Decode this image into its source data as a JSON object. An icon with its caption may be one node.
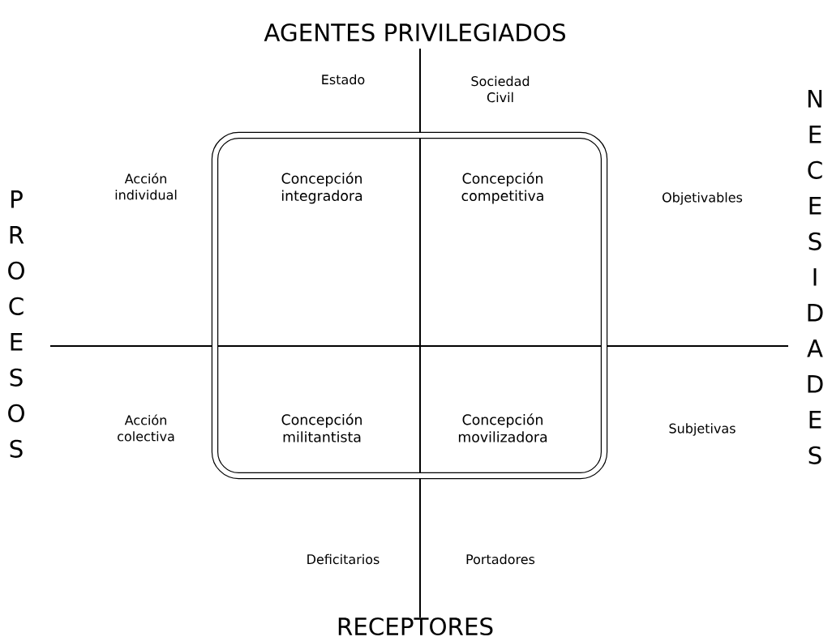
{
  "diagram": {
    "title": "AGENTES PRIVILEGIADOS",
    "nodes": [
      {
        "text": [
          "Concepción integradora",
          "Concepción competitiva",
          "Concepción militantista",
          "Concepción movilizadora"
        ]
      }
    ],
    "labels": [
      "Estado",
      "Sociedad Civil",
      "PROCESOS",
      "Acción individual",
      "Objetivables",
      "NECESIDADES",
      "Acción colectiva",
      "Subjetivas",
      "Deficitarios",
      "Portadores",
      "RECEPTORES"
    ]
  }
}
